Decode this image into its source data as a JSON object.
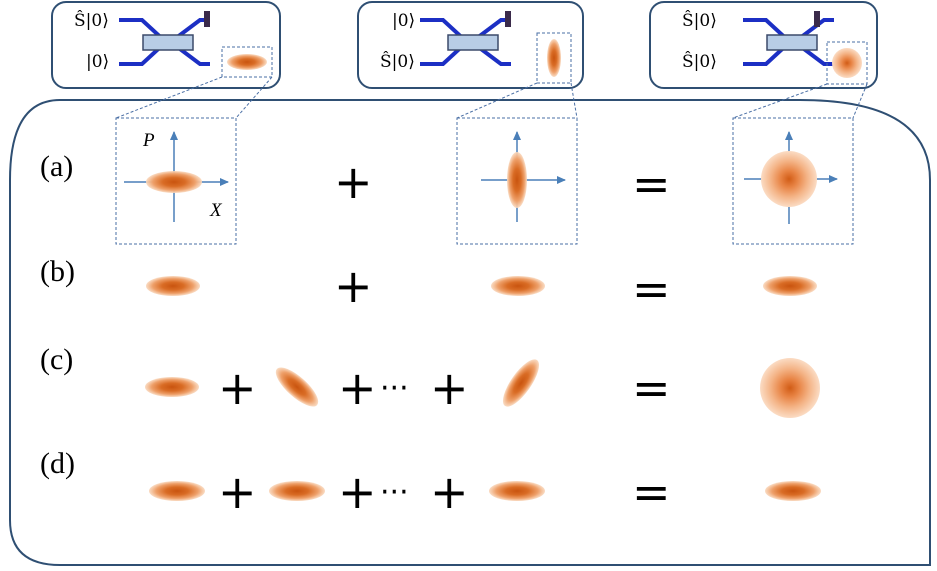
{
  "panels": [
    {
      "top_input": "Ŝ|0⟩",
      "bottom_input": "|0⟩"
    },
    {
      "top_input": "|0⟩",
      "bottom_input": "Ŝ|0⟩"
    },
    {
      "top_input": "Ŝ|0⟩",
      "bottom_input": "Ŝ|0⟩"
    }
  ],
  "axes": {
    "p_label": "P",
    "x_label": "X"
  },
  "rows": [
    {
      "label": "(a)"
    },
    {
      "label": "(b)"
    },
    {
      "label": "(c)"
    },
    {
      "label": "(d)"
    }
  ],
  "operators": {
    "plus": "+",
    "equals": "=",
    "dots": "···"
  },
  "colors": {
    "frame": "#2f4f73",
    "beamsplitter_line": "#1c2fc4",
    "beamsplitter_plate": "#b8cde6",
    "detector": "#3a2a4a",
    "axis": "#4a7fb8",
    "dashed": "#4a6fa5",
    "state_core": "#d2601a",
    "state_edge": "#f7c9a3"
  }
}
